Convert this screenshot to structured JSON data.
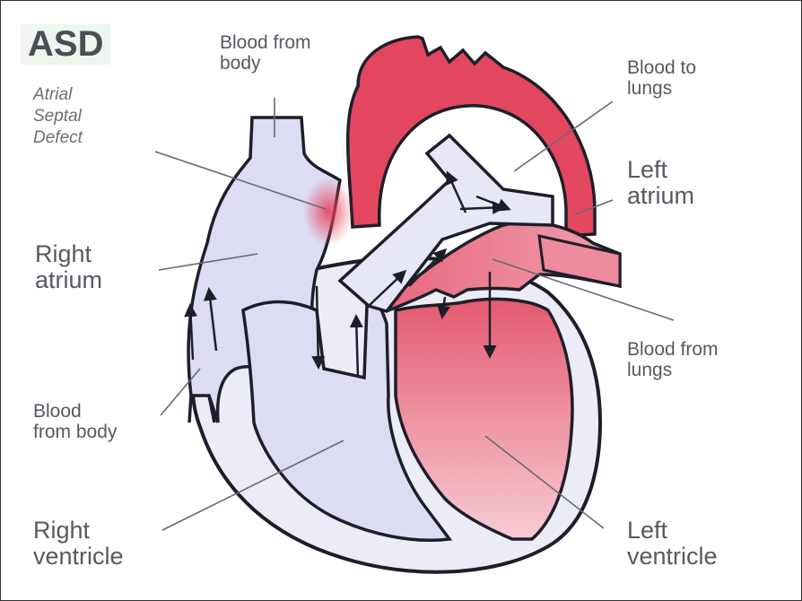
{
  "title": "ASD",
  "subtitle_lines": [
    "Atrial",
    "Septal",
    "Defect"
  ],
  "labels": {
    "blood_from_body_top": [
      "Blood from",
      "body"
    ],
    "blood_to_lungs": [
      "Blood to",
      "lungs"
    ],
    "left_atrium": [
      "Left",
      "atrium"
    ],
    "right_atrium": [
      "Right",
      "atrium"
    ],
    "blood_from_lungs": [
      "Blood from",
      "lungs"
    ],
    "blood_from_body_bottom": [
      "Blood",
      "from body"
    ],
    "right_ventricle": [
      "Right",
      "ventricle"
    ],
    "left_ventricle": [
      "Left",
      "ventricle"
    ]
  },
  "colors": {
    "deoxygenated": "#dcdcf4",
    "oxygenated": "#e2475f",
    "oxygenated_light": "#f1a5b3",
    "outline": "#1e1e2a",
    "leader_line": "#666a70"
  }
}
